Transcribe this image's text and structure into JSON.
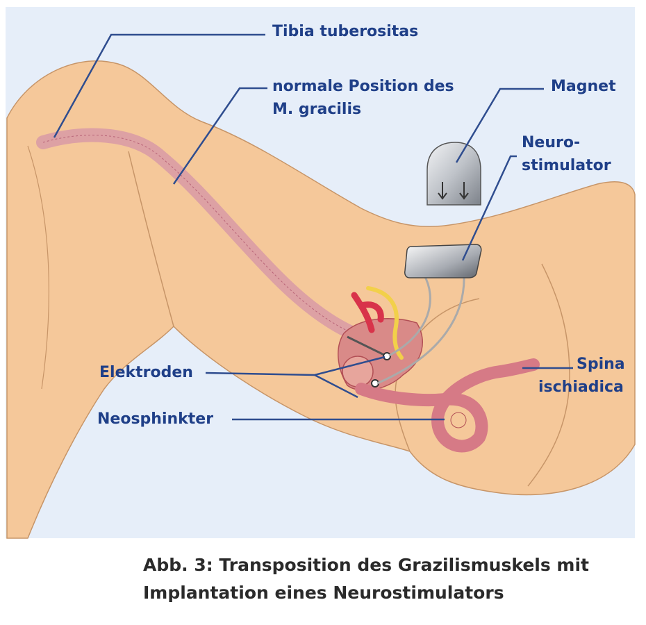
{
  "labels": {
    "tibia": "Tibia tuberositas",
    "gracilis_line1": "normale Position des",
    "gracilis_line2": "M. gracilis",
    "magnet": "Magnet",
    "neuro_line1": "Neuro-",
    "neuro_line2": "stimulator",
    "elektroden": "Elektroden",
    "neosphinkter": "Neosphinkter",
    "spina_line1": "Spina",
    "spina_line2": "ischiadica"
  },
  "caption": {
    "line1": "Abb. 3: Transposition des Grazilismuskels mit",
    "line2": "Implantation eines Neurostimulators"
  },
  "colors": {
    "background": "#e6eef9",
    "skin": "#f5c89a",
    "skin_outline": "#c79568",
    "muscle": "#d89aa6",
    "muscle_dark": "#b86478",
    "leader_line": "#2f4d8f",
    "label_text": "#1f3f88",
    "device": "#b9bcc2"
  },
  "icons": [
    "magnet-icon",
    "neurostimulator-icon",
    "electrode-icon"
  ]
}
